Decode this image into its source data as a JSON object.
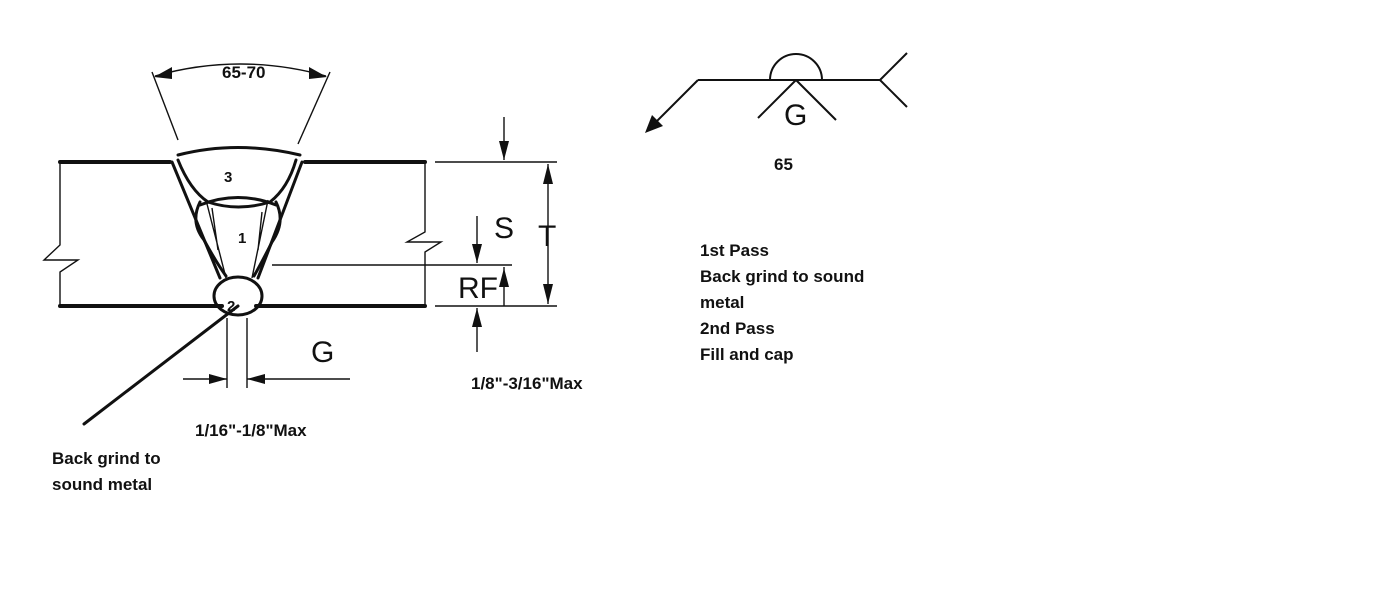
{
  "joint_section": {
    "groove_angle_label": "65-70",
    "bead_labels": [
      "3",
      "1",
      "2"
    ],
    "gap_dimension_label": "1/16\"-1/8\"Max",
    "gap_letter": "G",
    "depth_letter": "S",
    "thickness_letter": "T",
    "root_face_letter": "RF",
    "root_face_dimension_label": "1/8\"-3/16\"Max",
    "back_grind_note": [
      "Back grind to",
      "sound metal"
    ]
  },
  "weld_symbol": {
    "groove_letter": "G",
    "angle_label": "65"
  },
  "procedure_notes": [
    "1st Pass",
    "Back grind to sound",
    "metal",
    "2nd Pass",
    "Fill and cap"
  ]
}
